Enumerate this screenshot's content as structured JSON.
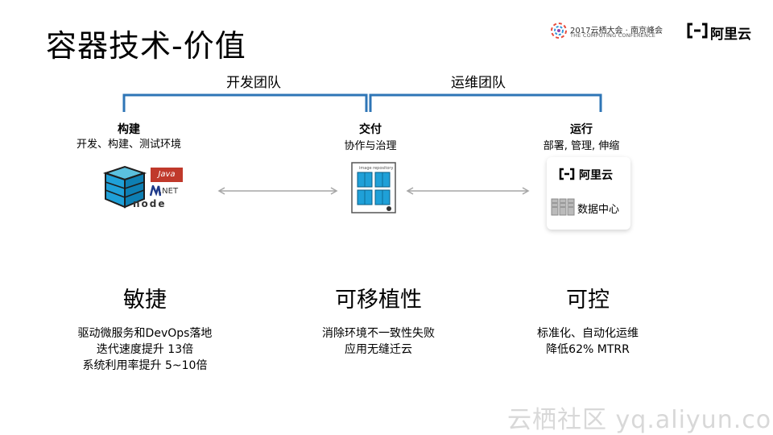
{
  "slide": {
    "title": "容器技术-价值"
  },
  "header": {
    "conference_line1": "2017云栖大会 · 南京峰会",
    "conference_line2": "THE COMPUTING CONFERENCE",
    "brand": "阿里云"
  },
  "teams": {
    "dev": "开发团队",
    "ops": "运维团队"
  },
  "stages": [
    {
      "title": "构建",
      "subtitle": "开发、构建、测试环境"
    },
    {
      "title": "交付",
      "subtitle": "协作与治理"
    },
    {
      "title": "运行",
      "subtitle": "部署, 管理, 伸缩"
    }
  ],
  "build_logos": {
    "java": "Java",
    "net": ".NET",
    "node": "node"
  },
  "delivery": {
    "repo_label": "image repository"
  },
  "run_card": {
    "brand": "阿里云",
    "datacenter": "数据中心"
  },
  "values": [
    {
      "title": "敏捷",
      "lines": [
        "驱动微服务和DevOps落地",
        "迭代速度提升 13倍",
        "系统利用率提升 5~10倍"
      ]
    },
    {
      "title": "可移植性",
      "lines": [
        "消除环境不一致性失败",
        "应用无缝迁云"
      ]
    },
    {
      "title": "可控",
      "lines": [
        "标准化、自动化运维",
        "降低62% MTRR"
      ]
    }
  ],
  "watermark": "云栖社区 yq.aliyun.com",
  "colors": {
    "bracket": "#2e75b6",
    "arrow": "#a6a6a6",
    "container_blue": "#1fa0d8"
  }
}
